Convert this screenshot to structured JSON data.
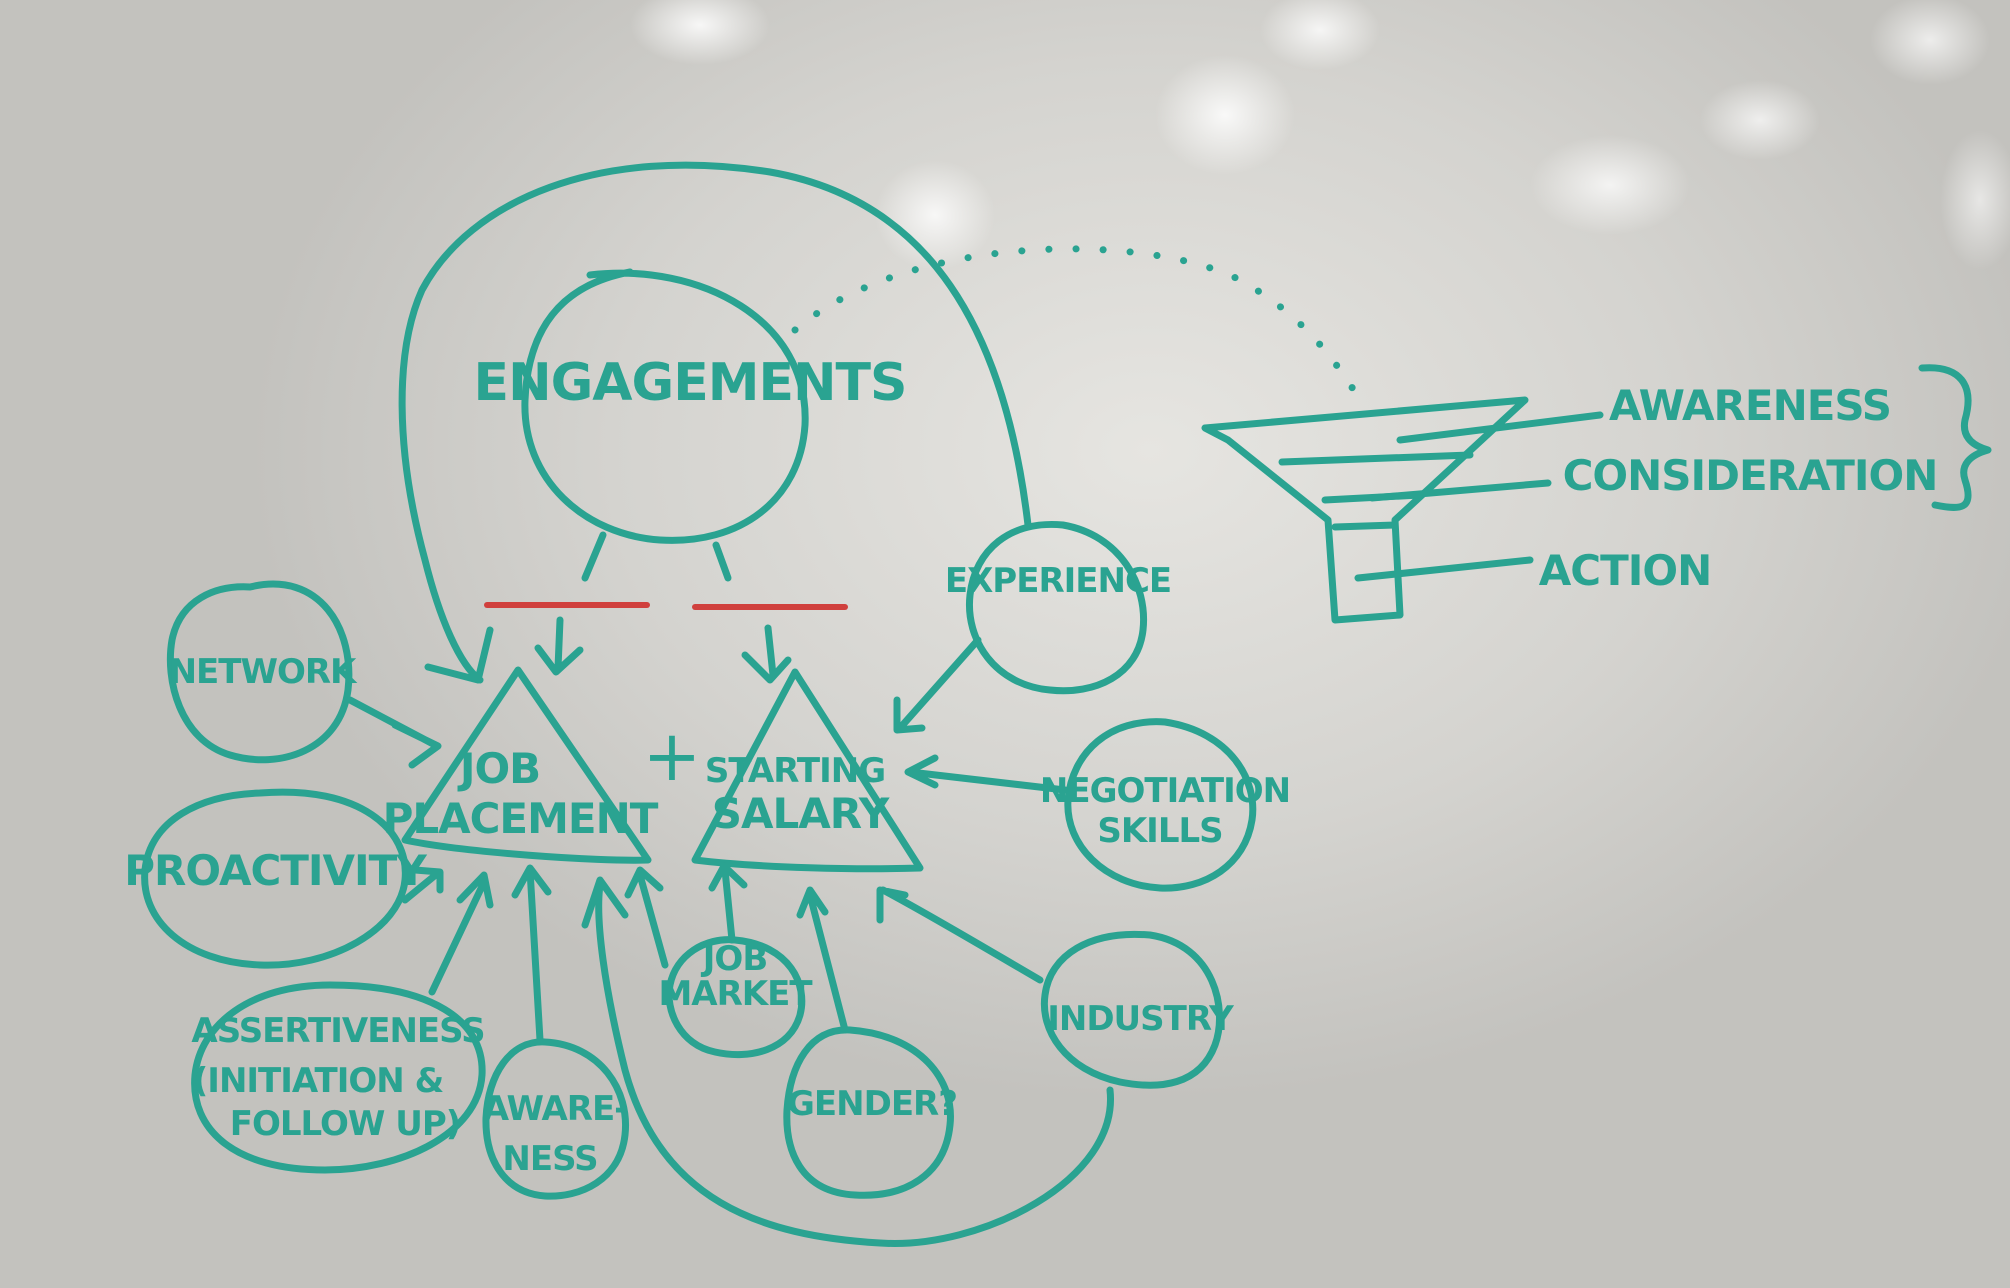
{
  "diagram": {
    "ink_color": "#2aa391",
    "divider_color": "#d0403d",
    "center": {
      "engagements": "ENGAGEMENTS",
      "plus": "+"
    },
    "outcomes": {
      "job_placement_line1": "JOB",
      "job_placement_line2": "PLACEMENT",
      "starting_salary_line1": "STARTING",
      "starting_salary_line2": "SALARY"
    },
    "factors": {
      "network": "NETWORK",
      "proactivity": "PROACTIVITY",
      "assertiveness_line1": "ASSERTIVENESS",
      "assertiveness_line2": "(INITIATION &",
      "assertiveness_line3": "FOLLOW UP)",
      "awareness_line1": "AWARE-",
      "awareness_line2": "NESS",
      "job_market_line1": "JOB",
      "job_market_line2": "MARKET",
      "gender": "GENDER?",
      "industry": "INDUSTRY",
      "experience": "EXPERIENCE",
      "negotiation_line1": "NEGOTIATION",
      "negotiation_line2": "SKILLS"
    },
    "funnel": {
      "stages": [
        "AWARENESS",
        "CONSIDERATION",
        "ACTION"
      ]
    }
  }
}
